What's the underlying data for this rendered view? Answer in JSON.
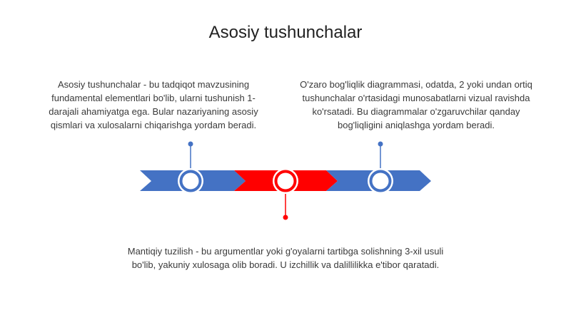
{
  "title": "Asosiy tushunchalar",
  "colors": {
    "blue": "#4472C4",
    "red": "#FF0000"
  },
  "steps": [
    {
      "color": "blue",
      "marker": "up",
      "text": "Asosiy tushunchalar - bu tadqiqot mavzusining fundamental elementlari bo'lib, ularni tushunish 1-darajali ahamiyatga ega. Bular nazariyaning asosiy qismlari va xulosalarni chiqarishga yordam beradi."
    },
    {
      "color": "red",
      "marker": "down",
      "text": "Mantiqiy tuzilish - bu argumentlar yoki g'oyalarni tartibga solishning 3-xil usuli bo'lib, yakuniy xulosaga olib boradi. U izchillik va dalillilikka e'tibor qaratadi."
    },
    {
      "color": "blue",
      "marker": "up",
      "text": "O'zaro bog'liqlik diagrammasi, odatda, 2 yoki undan ortiq tushunchalar o'rtasidagi munosabatlarni vizual ravishda ko'rsatadi. Bu diagrammalar o'zgaruvchilar qanday bog'liqligini aniqlashga yordam beradi."
    }
  ]
}
